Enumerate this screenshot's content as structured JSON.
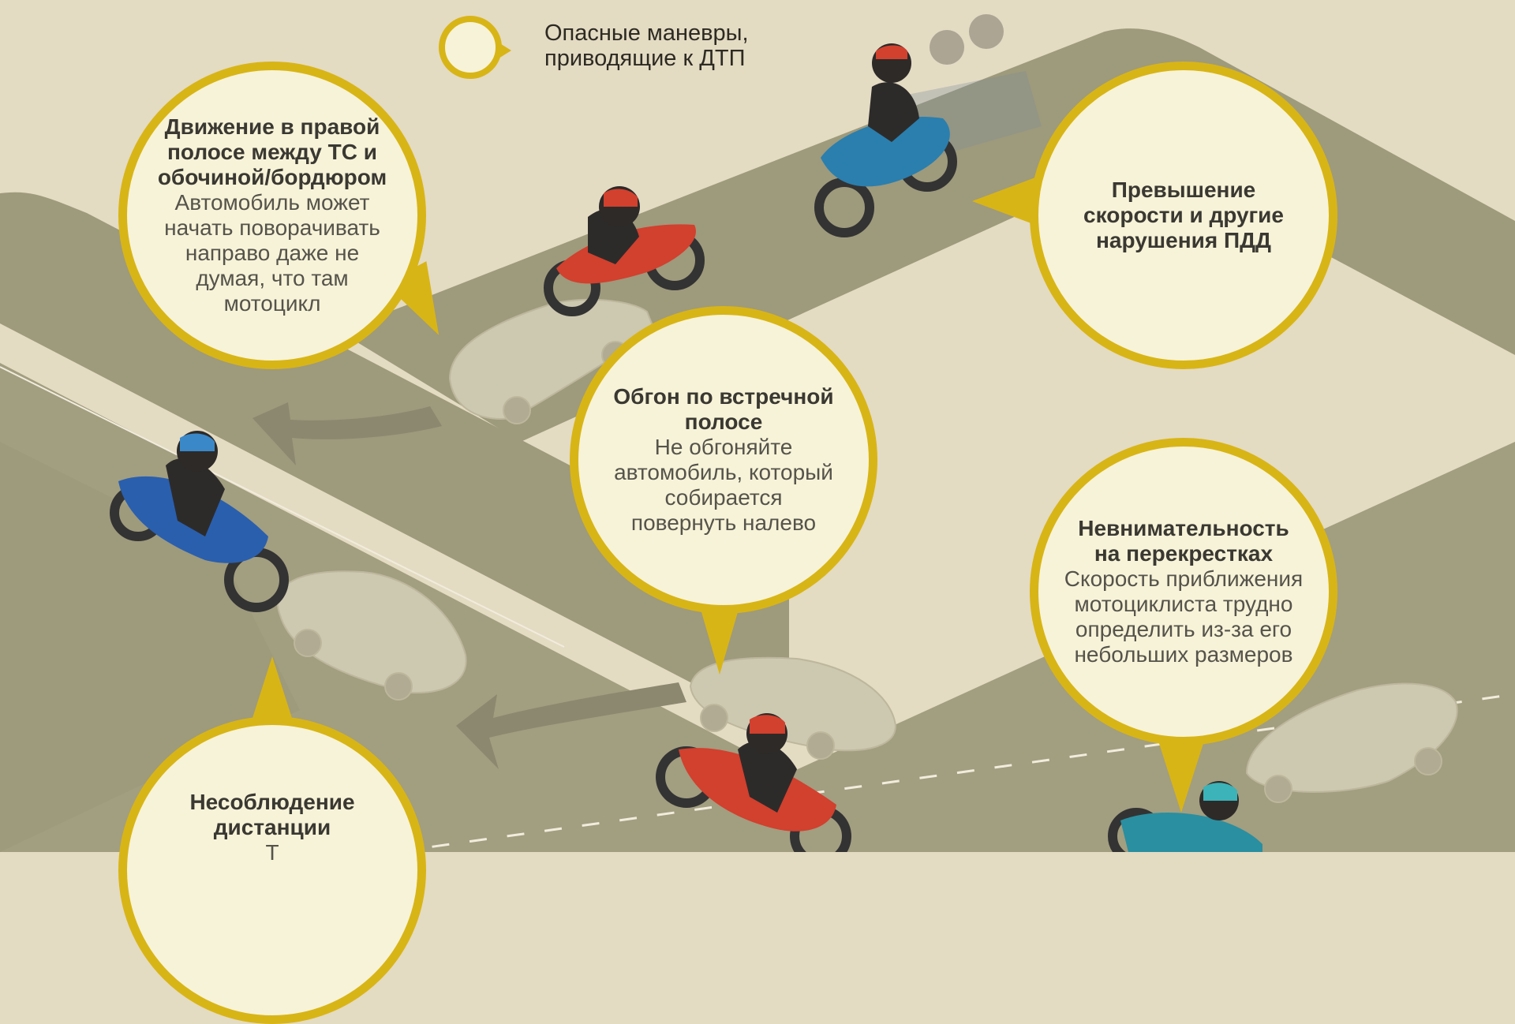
{
  "legend": {
    "text": "Опасные маневры,\nприводящие к ДТП"
  },
  "bubbles": {
    "right_lane": {
      "title": "Движение в правой\nполосе между ТС и\nобочиной/бордюром",
      "desc": "Автомобиль может\nначать поворачивать\nнаправо даже не\nдумая, что там\nмотоцикл"
    },
    "speeding": {
      "title": "Превышение\nскорости и другие\nнарушения ПДД"
    },
    "overtaking": {
      "title": "Обгон по встречной\nполосе",
      "desc": "Не обгоняйте\nавтомобиль, который\nсобирается\nповернуть налево"
    },
    "intersection": {
      "title": "Невнимательность\nна перекрестках",
      "desc": "Скорость приближения\nмотоциклиста трудно\nопределить из-за его\nнебольших размеров"
    },
    "distance": {
      "title": "Несоблюдение\nдистанции",
      "desc": "Т"
    }
  },
  "colors": {
    "background": "#e4dbc3",
    "road": "#9e9a7c",
    "bubble_fill": "#f7f3d8",
    "bubble_border": "#d8b516",
    "car": "#cdc8b0",
    "moto_red": "#d2402e",
    "moto_blue": "#2a7fae"
  }
}
